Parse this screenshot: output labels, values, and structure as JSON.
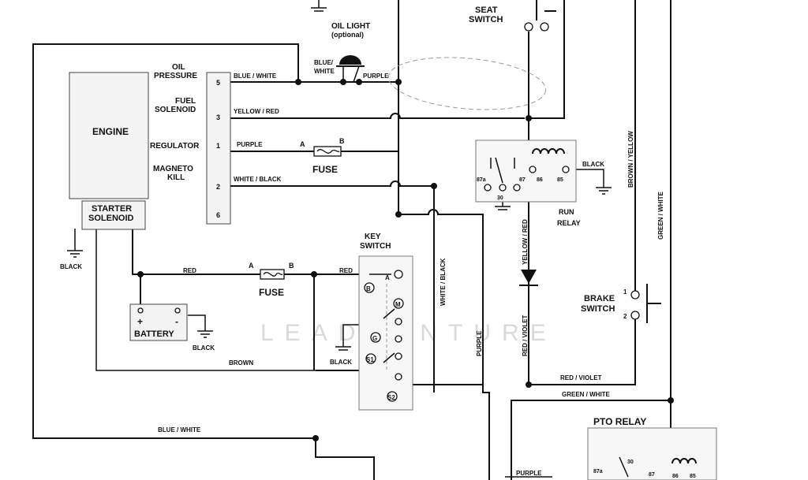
{
  "labels": {
    "seat_switch": [
      "SEAT",
      "SWITCH"
    ],
    "oil_light": "OIL LIGHT",
    "oil_light_opt": "(optional)",
    "oil_pressure": [
      "OIL",
      "PRESSURE"
    ],
    "fuel_solenoid": [
      "FUEL",
      "SOLENOID"
    ],
    "regulator": "REGULATOR",
    "magneto_kill": [
      "MAGNETO",
      "KILL"
    ],
    "engine": "ENGINE",
    "starter_solenoid": [
      "STARTER",
      "SOLENOID"
    ],
    "fuse_top": "FUSE",
    "fuse_bottom": "FUSE",
    "fuse_a": "A",
    "fuse_b": "B",
    "key_switch": [
      "KEY",
      "SWITCH"
    ],
    "battery": "BATTERY",
    "battery_plus": "+",
    "battery_minus": "-",
    "run_relay": [
      "RUN",
      "RELAY"
    ],
    "brake_switch": [
      "BRAKE",
      "SWITCH"
    ],
    "pto_relay": "PTO RELAY",
    "watermark": "LEADVENTURE"
  },
  "wires": {
    "blue_white_top": "BLUE / WHITE",
    "blue_white_light": [
      "BLUE/",
      "WHITE"
    ],
    "purple_light": "PURPLE",
    "yellow_red": "YELLOW / RED",
    "purple_reg": "PURPLE",
    "white_black_mag": "WHITE / BLACK",
    "black_starter": "BLACK",
    "red_left": "RED",
    "red_right": "RED",
    "black_battery": "BLACK",
    "brown": "BROWN",
    "black_key": "BLACK",
    "white_black_vert": "WHITE / BLACK",
    "purple_vert": "PURPLE",
    "yellow_red_vert": "YELLOW / RED",
    "red_violet_vert": "RED / VIOLET",
    "red_violet_h": "RED / VIOLET",
    "green_white_h": "GREEN / WHITE",
    "brown_yellow": "BROWN / YELLOW",
    "green_white_vert": "GREEN / WHITE",
    "black_relay": "BLACK",
    "blue_white_bottom": "BLUE / WHITE",
    "purple_bottom": "PURPLE"
  },
  "pins": {
    "engine": [
      "5",
      "3",
      "1",
      "2",
      "6"
    ],
    "run_relay": [
      "87a",
      "30",
      "87",
      "86",
      "85"
    ],
    "key": [
      "B",
      "A",
      "M",
      "G",
      "S1",
      "S2"
    ],
    "brake": [
      "1",
      "2"
    ],
    "pto_relay": [
      "87a",
      "30",
      "87",
      "86",
      "85"
    ]
  }
}
